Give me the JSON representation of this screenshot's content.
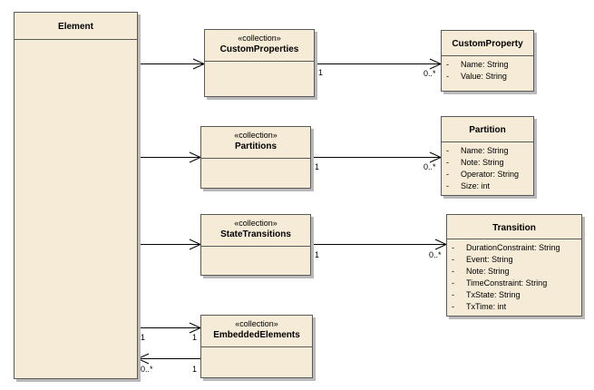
{
  "element": {
    "name": "Element"
  },
  "collections": [
    {
      "stereotype": "«collection»",
      "name": "CustomProperties"
    },
    {
      "stereotype": "«collection»",
      "name": "Partitions"
    },
    {
      "stereotype": "«collection»",
      "name": "StateTransitions"
    },
    {
      "stereotype": "«collection»",
      "name": "EmbeddedElements"
    }
  ],
  "classes": [
    {
      "name": "CustomProperty",
      "attributes": [
        {
          "vis": "-",
          "text": "Name:  String"
        },
        {
          "vis": "-",
          "text": "Value:  String"
        }
      ]
    },
    {
      "name": "Partition",
      "attributes": [
        {
          "vis": "-",
          "text": "Name:  String"
        },
        {
          "vis": "-",
          "text": "Note:  String"
        },
        {
          "vis": "-",
          "text": "Operator:  String"
        },
        {
          "vis": "-",
          "text": "Size:  int"
        }
      ]
    },
    {
      "name": "Transition",
      "attributes": [
        {
          "vis": "-",
          "text": "DurationConstraint:  String"
        },
        {
          "vis": "-",
          "text": "Event:  String"
        },
        {
          "vis": "-",
          "text": "Note:  String"
        },
        {
          "vis": "-",
          "text": "TimeConstraint:  String"
        },
        {
          "vis": "-",
          "text": "TxState:  String"
        },
        {
          "vis": "-",
          "text": "TxTime:  int"
        }
      ]
    }
  ],
  "multiplicities": {
    "custom_source": "1",
    "custom_target": "0..*",
    "partition_source": "1",
    "partition_target": "0..*",
    "transition_source": "1",
    "transition_target": "0..*",
    "embedded_element_end": "1",
    "embedded_collection_end": "1",
    "embedded_back_collection_end": "1",
    "embedded_back_element_end": "0..*"
  },
  "colors": {
    "fill": "#f6ebd7",
    "border": "#5a5a5a",
    "shadow": "#b9b9b9",
    "line": "#000000"
  }
}
